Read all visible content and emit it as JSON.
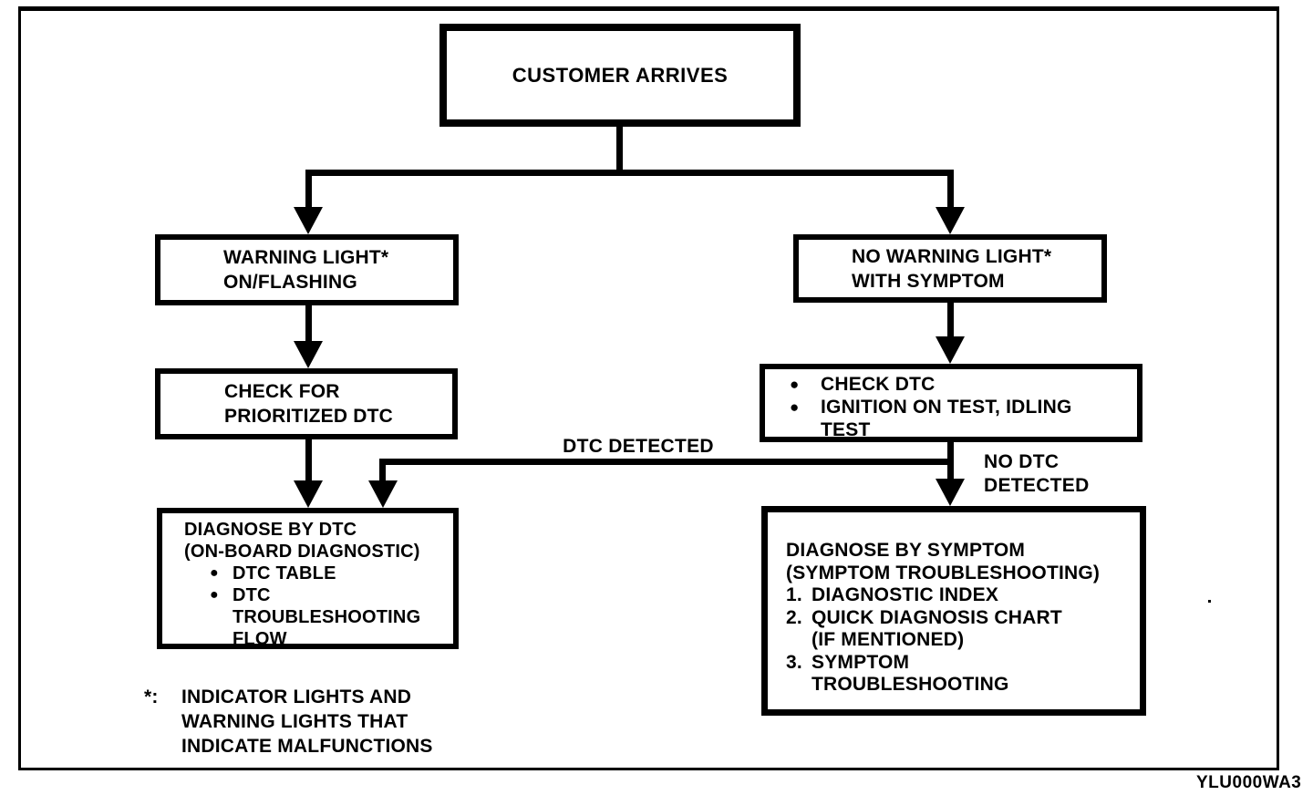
{
  "figure": {
    "code": "YLU000WA3"
  },
  "glyphs": {
    "bullet": "●"
  },
  "colors": {
    "ink": "#000000",
    "paper": "#ffffff"
  },
  "nodes": {
    "customer_arrives": {
      "label": "CUSTOMER ARRIVES"
    },
    "warning_light": {
      "line1": "WARNING LIGHT*",
      "line2": "ON/FLASHING"
    },
    "no_warning_light": {
      "line1": "NO WARNING LIGHT*",
      "line2": "WITH SYMPTOM"
    },
    "check_prioritized_dtc": {
      "line1": "CHECK FOR",
      "line2": "PRIORITIZED DTC"
    },
    "check_dtc": {
      "bullet1": "CHECK DTC",
      "bullet2_line1": "IGNITION ON TEST, IDLING",
      "bullet2_line2": "TEST"
    },
    "diagnose_by_dtc": {
      "title1": "DIAGNOSE BY DTC",
      "title2": "(ON-BOARD DIAGNOSTIC)",
      "bullet1": "DTC TABLE",
      "bullet2_line1": "DTC",
      "bullet2_line2": "TROUBLESHOOTING",
      "bullet2_line3": "FLOW"
    },
    "diagnose_by_symptom": {
      "title1": "DIAGNOSE BY SYMPTOM",
      "title2": "(SYMPTOM TROUBLESHOOTING)",
      "item1_num": "1.",
      "item1_text": "DIAGNOSTIC INDEX",
      "item2_num": "2.",
      "item2_line1": "QUICK DIAGNOSIS CHART",
      "item2_line2": "(IF MENTIONED)",
      "item3_num": "3.",
      "item3_line1": "SYMPTOM",
      "item3_line2": "TROUBLESHOOTING"
    }
  },
  "edge_labels": {
    "dtc_detected": "DTC DETECTED",
    "no_dtc_line1": "NO DTC",
    "no_dtc_line2": "DETECTED"
  },
  "footnote": {
    "marker": "*:",
    "line1": "INDICATOR LIGHTS AND",
    "line2": "WARNING LIGHTS THAT",
    "line3": "INDICATE MALFUNCTIONS"
  }
}
